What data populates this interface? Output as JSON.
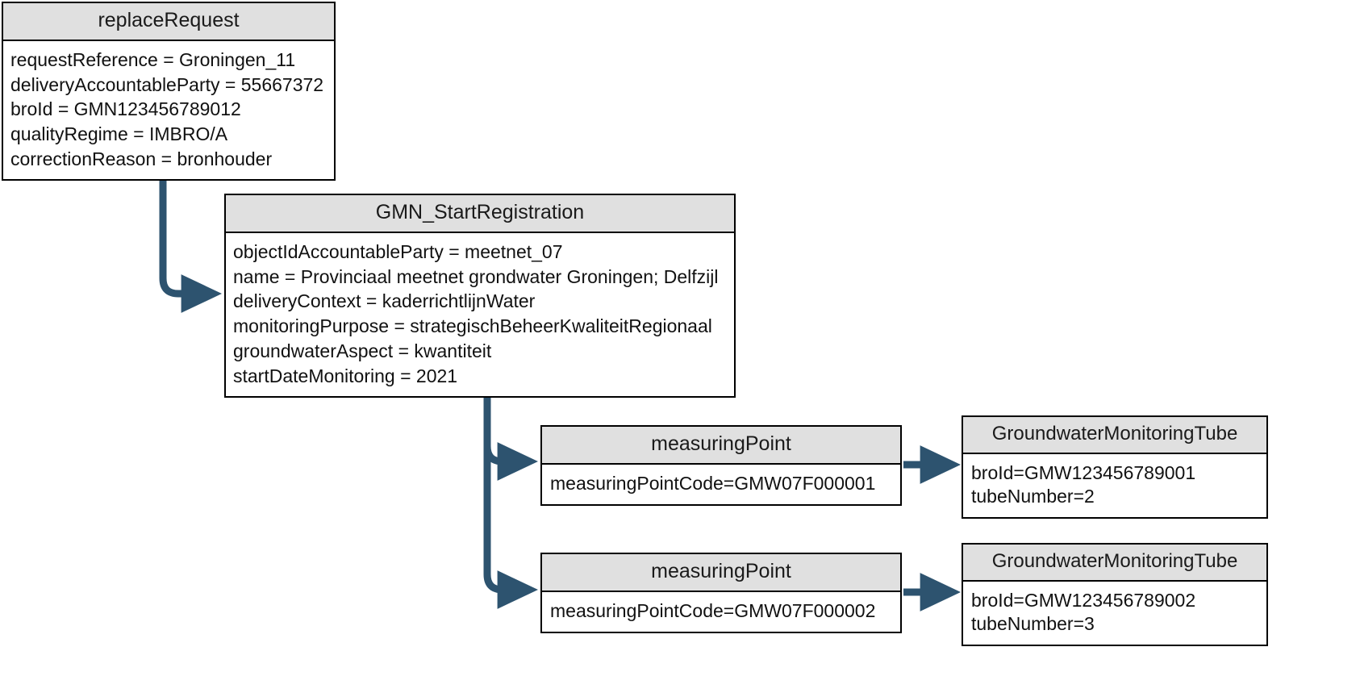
{
  "diagram": {
    "type": "object-instance-diagram",
    "background_color": "#ffffff",
    "node_header_color": "#e0e0e0",
    "node_border_color": "#000000",
    "arrow_color": "#2d536f"
  },
  "nodes": {
    "replace_request": {
      "title": "replaceRequest",
      "attributes": [
        "requestReference = Groningen_11",
        "deliveryAccountableParty = 55667372",
        "broId = GMN123456789012",
        "qualityRegime = IMBRO/A",
        "correctionReason = bronhouder"
      ]
    },
    "gmn_start_registration": {
      "title": "GMN_StartRegistration",
      "attributes": [
        "objectIdAccountableParty = meetnet_07",
        "name = Provinciaal meetnet grondwater Groningen; Delfzijl",
        "deliveryContext = kaderrichtlijnWater",
        "monitoringPurpose = strategischBeheerKwaliteitRegionaal",
        "groundwaterAspect = kwantiteit",
        "startDateMonitoring = 2021"
      ]
    },
    "measuring_point_1": {
      "title": "measuringPoint",
      "attributes": [
        "measuringPointCode=GMW07F000001"
      ]
    },
    "measuring_point_2": {
      "title": "measuringPoint",
      "attributes": [
        "measuringPointCode=GMW07F000002"
      ]
    },
    "tube_1": {
      "title": "GroundwaterMonitoringTube",
      "attributes": [
        "broId=GMW123456789001",
        "tubeNumber=2"
      ]
    },
    "tube_2": {
      "title": "GroundwaterMonitoringTube",
      "attributes": [
        "broId=GMW123456789002",
        "tubeNumber=3"
      ]
    }
  },
  "connectors": [
    {
      "name": "replace-request-to-gmn-start",
      "from": "replace_request",
      "to": "gmn_start_registration"
    },
    {
      "name": "gmn-start-to-measuring-point-1",
      "from": "gmn_start_registration",
      "to": "measuring_point_1"
    },
    {
      "name": "gmn-start-to-measuring-point-2",
      "from": "gmn_start_registration",
      "to": "measuring_point_2"
    },
    {
      "name": "measuring-point-1-to-tube-1",
      "from": "measuring_point_1",
      "to": "tube_1"
    },
    {
      "name": "measuring-point-2-to-tube-2",
      "from": "measuring_point_2",
      "to": "tube_2"
    }
  ]
}
